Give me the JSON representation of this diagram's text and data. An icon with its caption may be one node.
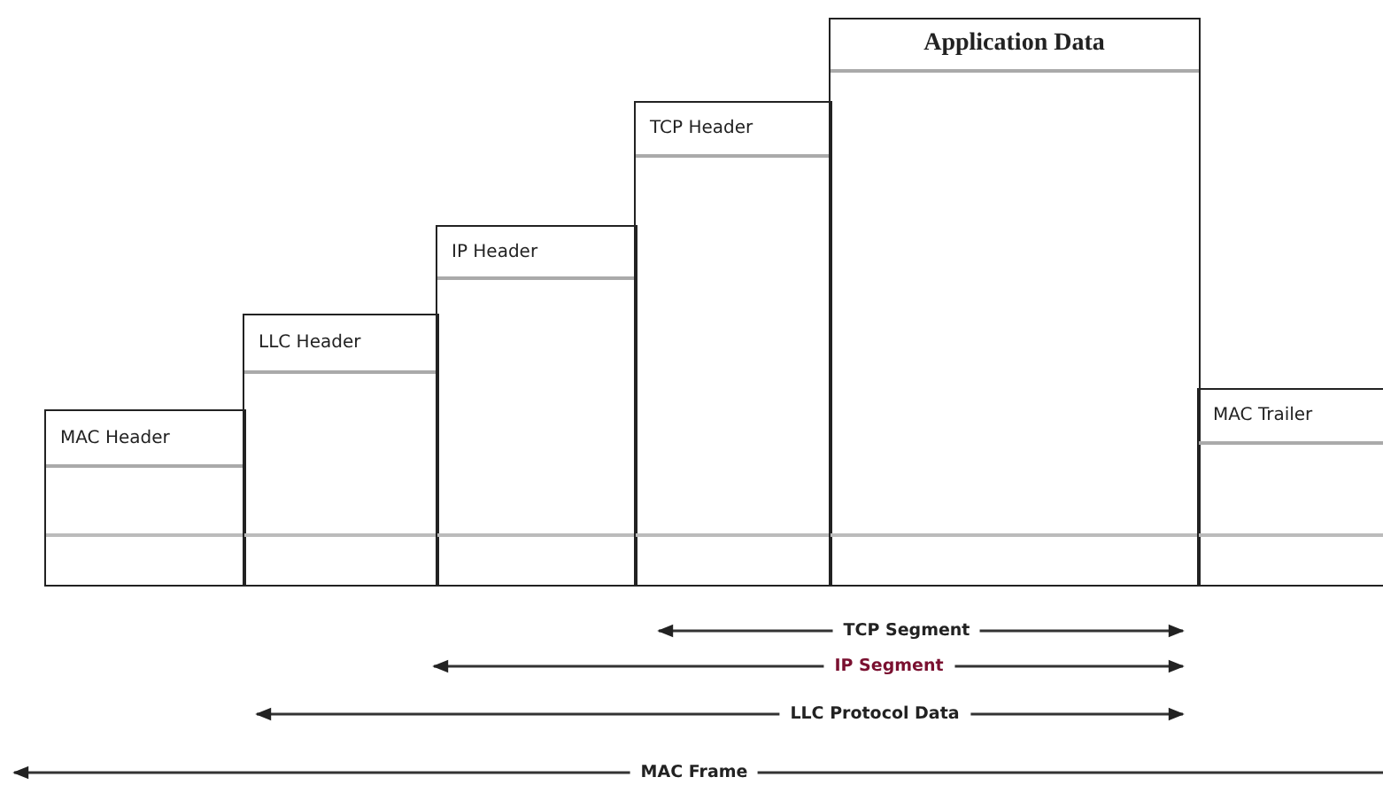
{
  "diagram": {
    "nodes": [
      {
        "text": [
          "MAC Header"
        ]
      },
      {
        "text": [
          "LLC Header"
        ]
      },
      {
        "text": [
          "IP Header"
        ]
      },
      {
        "text": [
          "TCP Header"
        ]
      },
      {
        "text": [
          "Application Data"
        ]
      },
      {
        "text": [
          "MAC Trailer"
        ]
      }
    ],
    "labels": [
      "TCP Segment",
      "IP Segment",
      "LLC Protocol  Data",
      "MAC Frame"
    ]
  }
}
